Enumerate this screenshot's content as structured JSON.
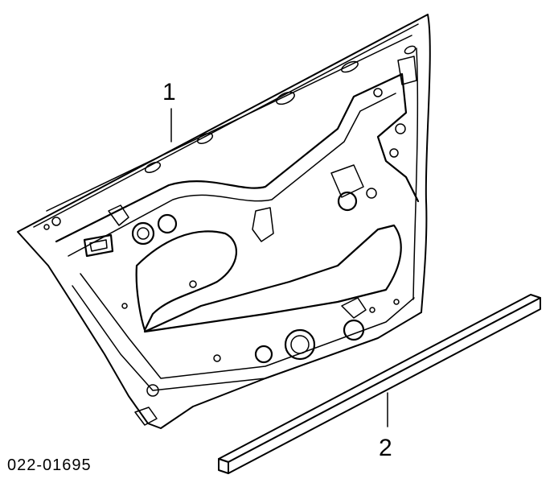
{
  "callouts": [
    {
      "number": "1",
      "part": "door-shell"
    },
    {
      "number": "2",
      "part": "door-moulding-strip"
    }
  ],
  "diagram_code": "022-01695",
  "colors": {
    "ink": "#000000",
    "paper": "#ffffff"
  }
}
